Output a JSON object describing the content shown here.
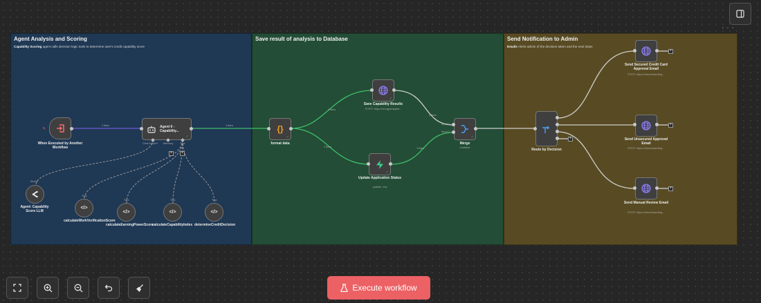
{
  "stickies": [
    {
      "title": "Agent Analysis and Scoring",
      "desc_bold": "Capability Scoring",
      "desc": " agent calls decision logic tools to determine user's credit capability score"
    },
    {
      "title": "Save result of analysis to Database",
      "desc_bold": "",
      "desc": ""
    },
    {
      "title": "Send Notification to Admin",
      "desc_bold": "Emails",
      "desc": " Alerts admin of the decision taken and the next steps"
    }
  ],
  "nodes": {
    "trigger": {
      "label": "When Executed by Another Workflow"
    },
    "agent": {
      "label": "Agent 6 - Capability...",
      "ports": [
        "Chat Model*",
        "Memory",
        "Tool"
      ]
    },
    "llm": {
      "label": "Agent: Capability Score LLM",
      "port": "Model"
    },
    "tools": [
      {
        "label": "calculateWorkVerificationScore",
        "port": "Tool"
      },
      {
        "label": "calculateEarningPowerScore",
        "port": "Tool"
      },
      {
        "label": "calculateCapabilityIndex",
        "port": "Tool"
      },
      {
        "label": "determineCreditDecision",
        "port": "Tool"
      }
    ],
    "format": {
      "label": "format data"
    },
    "save": {
      "label": "Save Capability Results",
      "sub": "POST: https://enxqjmesgmti..."
    },
    "update": {
      "label": "Update Application Status",
      "sub": "update: row"
    },
    "merge": {
      "label": "Merge",
      "sub": "combine",
      "inputs": [
        "Input 1",
        "Input 2"
      ]
    },
    "route": {
      "label": "Route by Decision"
    },
    "emails": [
      {
        "label": "Send Secured Credit Card Approval Email",
        "sub": "POST: https://nfcsnboarding..."
      },
      {
        "label": "Send Unsecured Approval Email",
        "sub": "POST: https://nfcsnboarding..."
      },
      {
        "label": "Send Manual Review Email",
        "sub": "POST: https://nfcsnboarding..."
      }
    ]
  },
  "edge_labels": [
    "1 item",
    "1 item",
    "1 item",
    "1 item",
    "1 item",
    "1 item"
  ],
  "controls": {
    "execute_label": "Execute workflow"
  },
  "colors": {
    "accent": "#ec6164",
    "edge_success": "#3fbf6a",
    "edge_active": "#6a5ad6",
    "sticky_blue": "#1f3854",
    "sticky_green": "#234d36",
    "sticky_yellow": "#584b23"
  }
}
